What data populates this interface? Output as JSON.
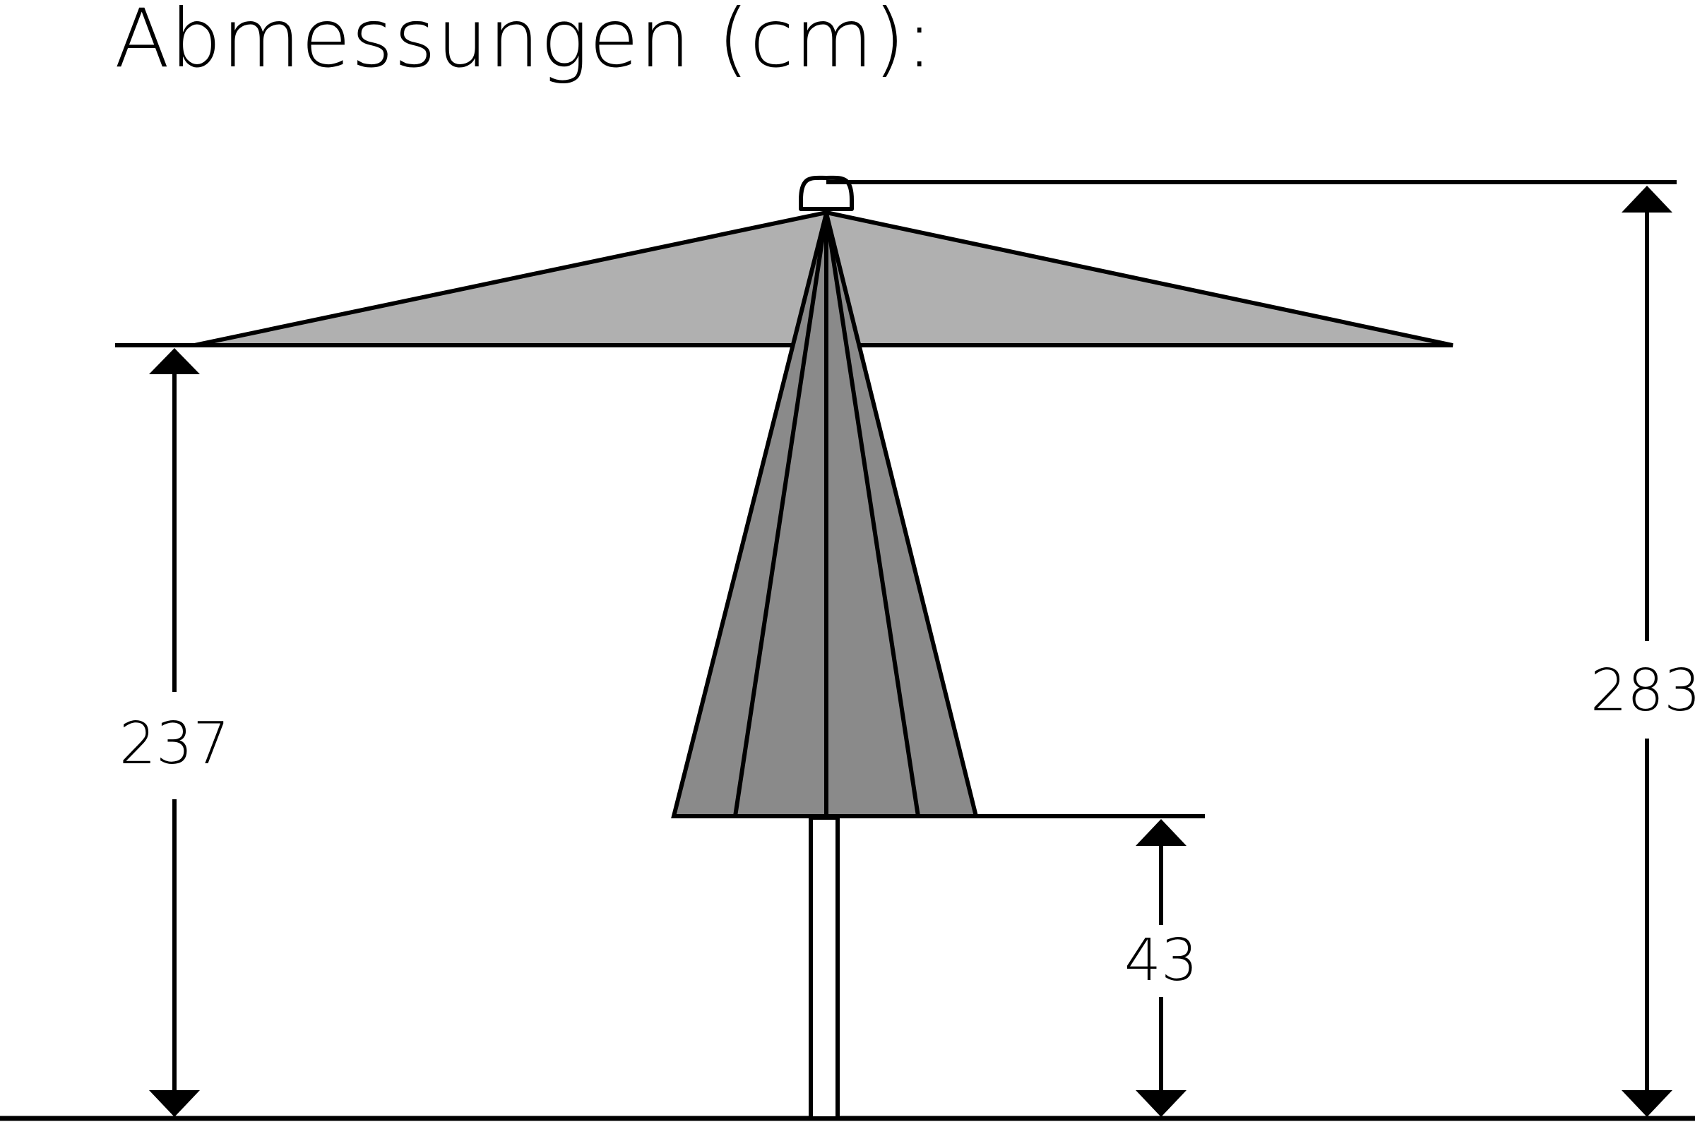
{
  "title": "Abmessungen (cm):",
  "dimensions": {
    "overall_height": "283",
    "canopy_edge_height": "237",
    "closed_canopy_bottom_height": "43"
  },
  "colors": {
    "line": "#000000",
    "canopy_open": "#b0b0b0",
    "canopy_closed": "#8a8a8a",
    "background": "#ffffff"
  }
}
